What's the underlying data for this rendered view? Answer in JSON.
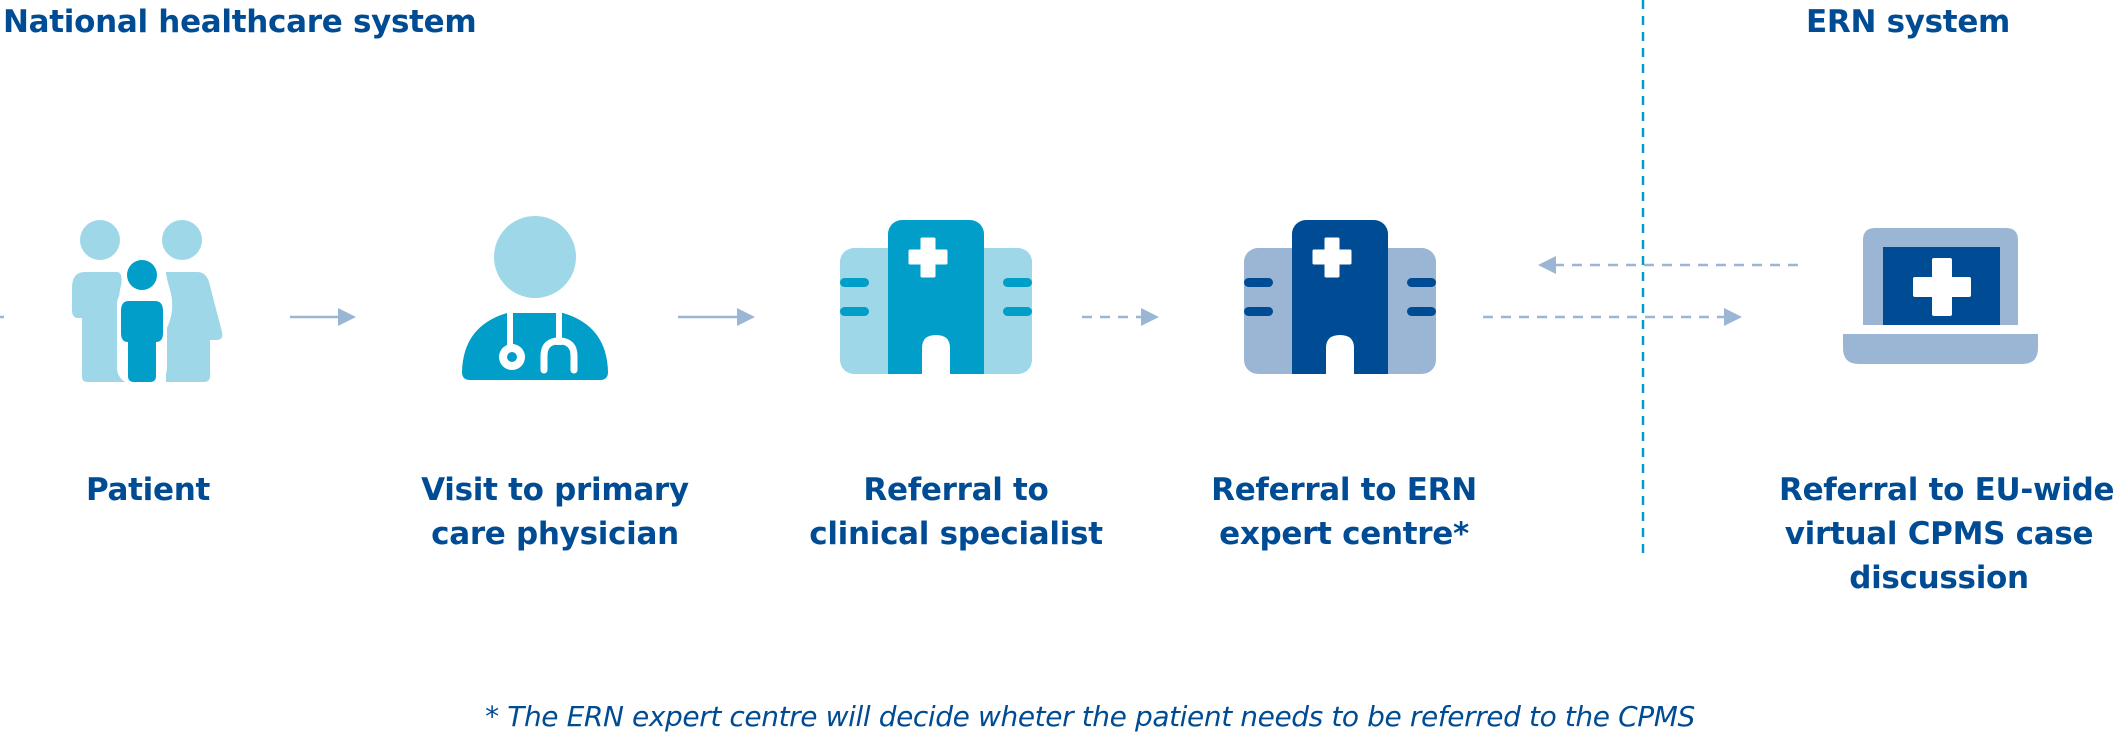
{
  "headings": {
    "left": "National healthcare system",
    "right": "ERN system"
  },
  "steps": [
    {
      "id": "patient",
      "icon": "family-icon",
      "lines": [
        "Patient"
      ]
    },
    {
      "id": "primary-care",
      "icon": "doctor-icon",
      "lines": [
        "Visit to primary",
        "care physician"
      ]
    },
    {
      "id": "clinical-specialist",
      "icon": "hospital-icon",
      "lines": [
        "Referral to",
        "clinical specialist"
      ]
    },
    {
      "id": "ern-expert-centre",
      "icon": "hospital-icon",
      "lines": [
        "Referral to ERN",
        "expert centre*"
      ]
    },
    {
      "id": "cpms",
      "icon": "laptop-medical-icon",
      "lines": [
        "Referral to EU-wide",
        "virtual CPMS case",
        "discussion"
      ]
    }
  ],
  "connectors": [
    {
      "from": "patient",
      "to": "primary-care",
      "style": "solid",
      "direction": "forward"
    },
    {
      "from": "primary-care",
      "to": "clinical-specialist",
      "style": "solid",
      "direction": "forward"
    },
    {
      "from": "clinical-specialist",
      "to": "ern-expert-centre",
      "style": "dashed",
      "direction": "forward"
    },
    {
      "from": "ern-expert-centre",
      "to": "cpms",
      "style": "dashed",
      "direction": "forward"
    },
    {
      "from": "cpms",
      "to": "ern-expert-centre",
      "style": "dashed",
      "direction": "back"
    }
  ],
  "footnote": "* The ERN expert centre will decide wheter the patient needs to be referred to the CPMS",
  "colors": {
    "text": "#004c94",
    "light_blue": "#9dd7e8",
    "medium_blue": "#009ec8",
    "navy": "#004c94",
    "grey_blue": "#9bb6d5",
    "divider": "#009ec8"
  }
}
